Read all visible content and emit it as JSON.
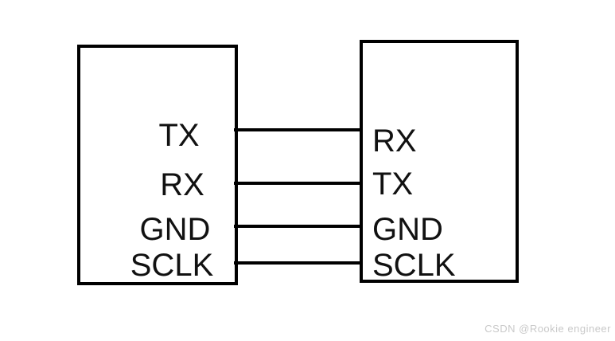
{
  "diagram": {
    "left_device": {
      "pins": [
        {
          "label": "TX"
        },
        {
          "label": "RX"
        },
        {
          "label": "GND"
        },
        {
          "label": "SCLK"
        }
      ]
    },
    "right_device": {
      "pins": [
        {
          "label": "RX"
        },
        {
          "label": "TX"
        },
        {
          "label": "GND"
        },
        {
          "label": "SCLK"
        }
      ]
    },
    "connections": [
      {
        "from": "TX",
        "to": "RX"
      },
      {
        "from": "RX",
        "to": "TX"
      },
      {
        "from": "GND",
        "to": "GND"
      },
      {
        "from": "SCLK",
        "to": "SCLK"
      }
    ],
    "colors": {
      "stroke": "#000000",
      "background": "#ffffff"
    }
  },
  "watermark": {
    "text": "CSDN @Rookie engineer",
    "color": "#c9c9c9"
  }
}
